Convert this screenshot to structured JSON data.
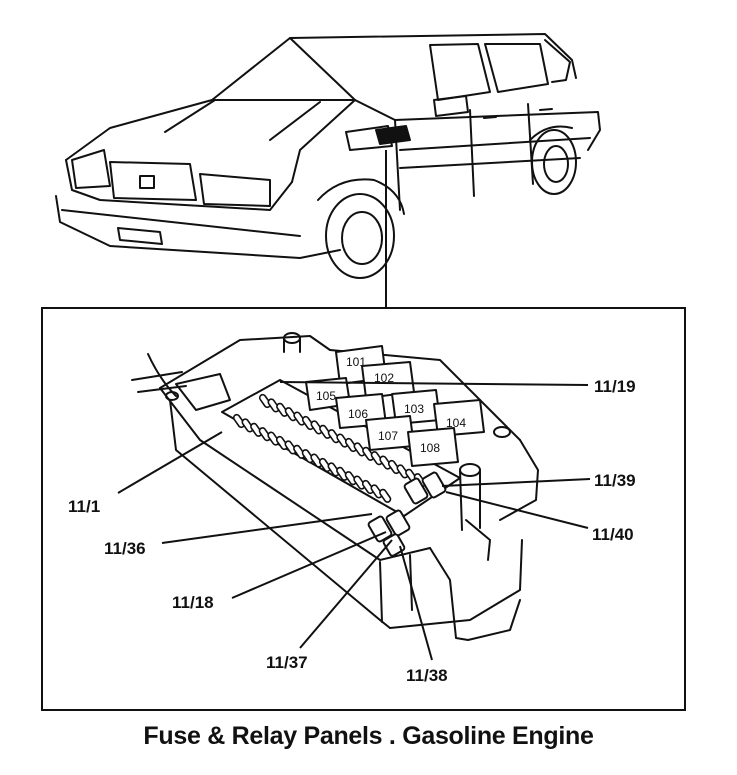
{
  "caption": "Fuse & Relay Panels . Gasoline Engine",
  "relay_labels": [
    "101",
    "102",
    "103",
    "104",
    "105",
    "106",
    "107",
    "108"
  ],
  "fuse_labels": {
    "f_11_19": "11/19",
    "f_11_39": "11/39",
    "f_11_40": "11/40",
    "f_11_1": "11/1",
    "f_11_36": "11/36",
    "f_11_18": "11/18",
    "f_11_37": "11/37",
    "f_11_38": "11/38"
  }
}
